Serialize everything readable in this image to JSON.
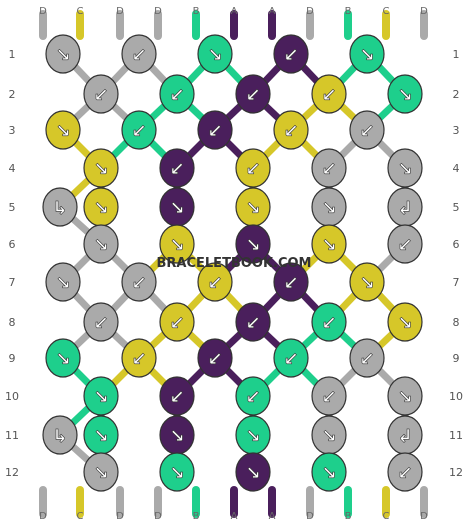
{
  "watermark": "BRACELETBOOK.COM",
  "strings_top": [
    "D",
    "C",
    "D",
    "D",
    "B",
    "A",
    "A",
    "D",
    "B",
    "C",
    "D"
  ],
  "strings_bottom": [
    "D",
    "C",
    "D",
    "D",
    "B",
    "A",
    "A",
    "D",
    "B",
    "C",
    "D"
  ],
  "colors": {
    "A": "#4a1f5c",
    "B": "#1ecf8c",
    "C": "#d6c729",
    "D": "#aaaaaa"
  },
  "row_numbers": [
    "1",
    "2",
    "3",
    "4",
    "5",
    "6",
    "7",
    "8",
    "9",
    "10",
    "11",
    "12"
  ],
  "knots": [
    [
      {
        "c": "D",
        "d": "↘"
      },
      {
        "c": "D",
        "d": "↙"
      },
      {
        "c": "B",
        "d": "↘"
      },
      {
        "c": "A",
        "d": "↙"
      },
      {
        "c": "B",
        "d": "↘"
      }
    ],
    [
      {
        "c": "D",
        "d": "↙"
      },
      {
        "c": "B",
        "d": "↙"
      },
      {
        "c": "A",
        "d": "↙"
      },
      {
        "c": "C",
        "d": "↙"
      },
      {
        "c": "B",
        "d": "↘"
      }
    ],
    [
      {
        "c": "C",
        "d": "↘"
      },
      {
        "c": "B",
        "d": "↙"
      },
      {
        "c": "A",
        "d": "↙"
      },
      {
        "c": "C",
        "d": "↙"
      },
      {
        "c": "D",
        "d": "↙"
      }
    ],
    [
      {
        "c": "C",
        "d": "↘"
      },
      {
        "c": "A",
        "d": "↙"
      },
      {
        "c": "C",
        "d": "↙"
      },
      {
        "c": "D",
        "d": "↙"
      },
      {
        "c": "D",
        "d": "↘"
      }
    ],
    [
      {
        "c": "D",
        "d": "↳"
      },
      {
        "c": "C",
        "d": "↘"
      },
      {
        "c": "A",
        "d": "↘"
      },
      {
        "c": "C",
        "d": "↘"
      },
      {
        "c": "D",
        "d": "↘"
      },
      {
        "c": "D",
        "d": "↲"
      }
    ],
    [
      {
        "c": "D",
        "d": "↘"
      },
      {
        "c": "C",
        "d": "↘"
      },
      {
        "c": "A",
        "d": "↘"
      },
      {
        "c": "C",
        "d": "↘"
      },
      {
        "c": "D",
        "d": "↙"
      }
    ],
    [
      {
        "c": "D",
        "d": "↘"
      },
      {
        "c": "D",
        "d": "↙"
      },
      {
        "c": "C",
        "d": "↙"
      },
      {
        "c": "A",
        "d": "↙"
      },
      {
        "c": "C",
        "d": "↘"
      }
    ],
    [
      {
        "c": "D",
        "d": "↙"
      },
      {
        "c": "C",
        "d": "↙"
      },
      {
        "c": "A",
        "d": "↙"
      },
      {
        "c": "B",
        "d": "↙"
      },
      {
        "c": "C",
        "d": "↘"
      }
    ],
    [
      {
        "c": "B",
        "d": "↘"
      },
      {
        "c": "C",
        "d": "↙"
      },
      {
        "c": "A",
        "d": "↙"
      },
      {
        "c": "B",
        "d": "↙"
      },
      {
        "c": "D",
        "d": "↙"
      }
    ],
    [
      {
        "c": "B",
        "d": "↘"
      },
      {
        "c": "A",
        "d": "↙"
      },
      {
        "c": "B",
        "d": "↙"
      },
      {
        "c": "D",
        "d": "↙"
      },
      {
        "c": "D",
        "d": "↘"
      }
    ],
    [
      {
        "c": "D",
        "d": "↳"
      },
      {
        "c": "B",
        "d": "↘"
      },
      {
        "c": "A",
        "d": "↘"
      },
      {
        "c": "B",
        "d": "↘"
      },
      {
        "c": "D",
        "d": "↘"
      },
      {
        "c": "D",
        "d": "↲"
      }
    ],
    [
      {
        "c": "D",
        "d": "↘"
      },
      {
        "c": "B",
        "d": "↘"
      },
      {
        "c": "A",
        "d": "↘"
      },
      {
        "c": "B",
        "d": "↘"
      },
      {
        "c": "D",
        "d": "↙"
      }
    ]
  ]
}
